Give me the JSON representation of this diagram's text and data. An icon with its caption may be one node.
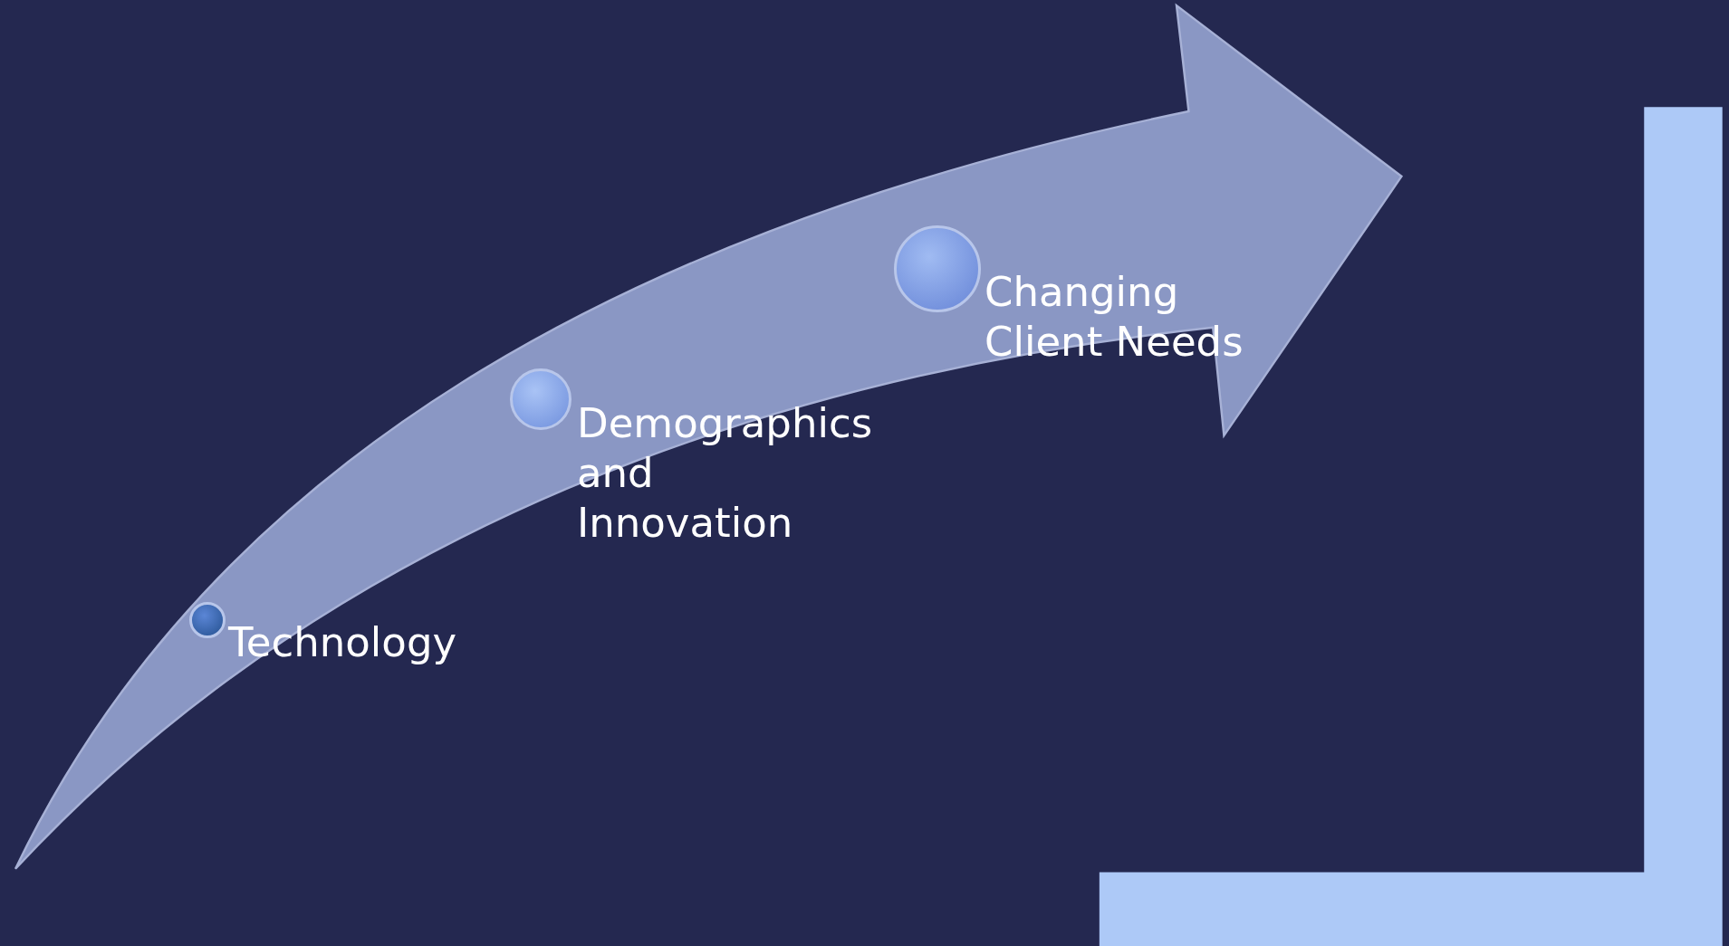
{
  "diagram": {
    "nodes": [
      {
        "text": [
          "Technology"
        ]
      },
      {
        "text": [
          "Demographics and Innovation"
        ]
      },
      {
        "text": [
          "Changing Client Needs"
        ]
      }
    ]
  }
}
